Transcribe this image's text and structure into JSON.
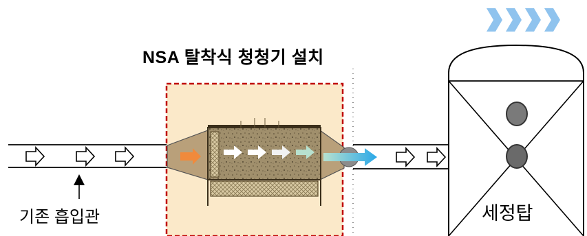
{
  "title": "NSA 탈착식  청청기  설치",
  "labels": {
    "existing_intake_pipe": "기존 흡입관",
    "scrubber_tower": "세정탑"
  },
  "colors": {
    "install_box_border": "#c00000",
    "install_box_fill": "#fbe9c9",
    "unit_body": "#8b7a58",
    "inlet_arrow": "#f08a3c",
    "outlet_arrow": "#3fa9e0",
    "chevron": "#8fc3ee"
  }
}
